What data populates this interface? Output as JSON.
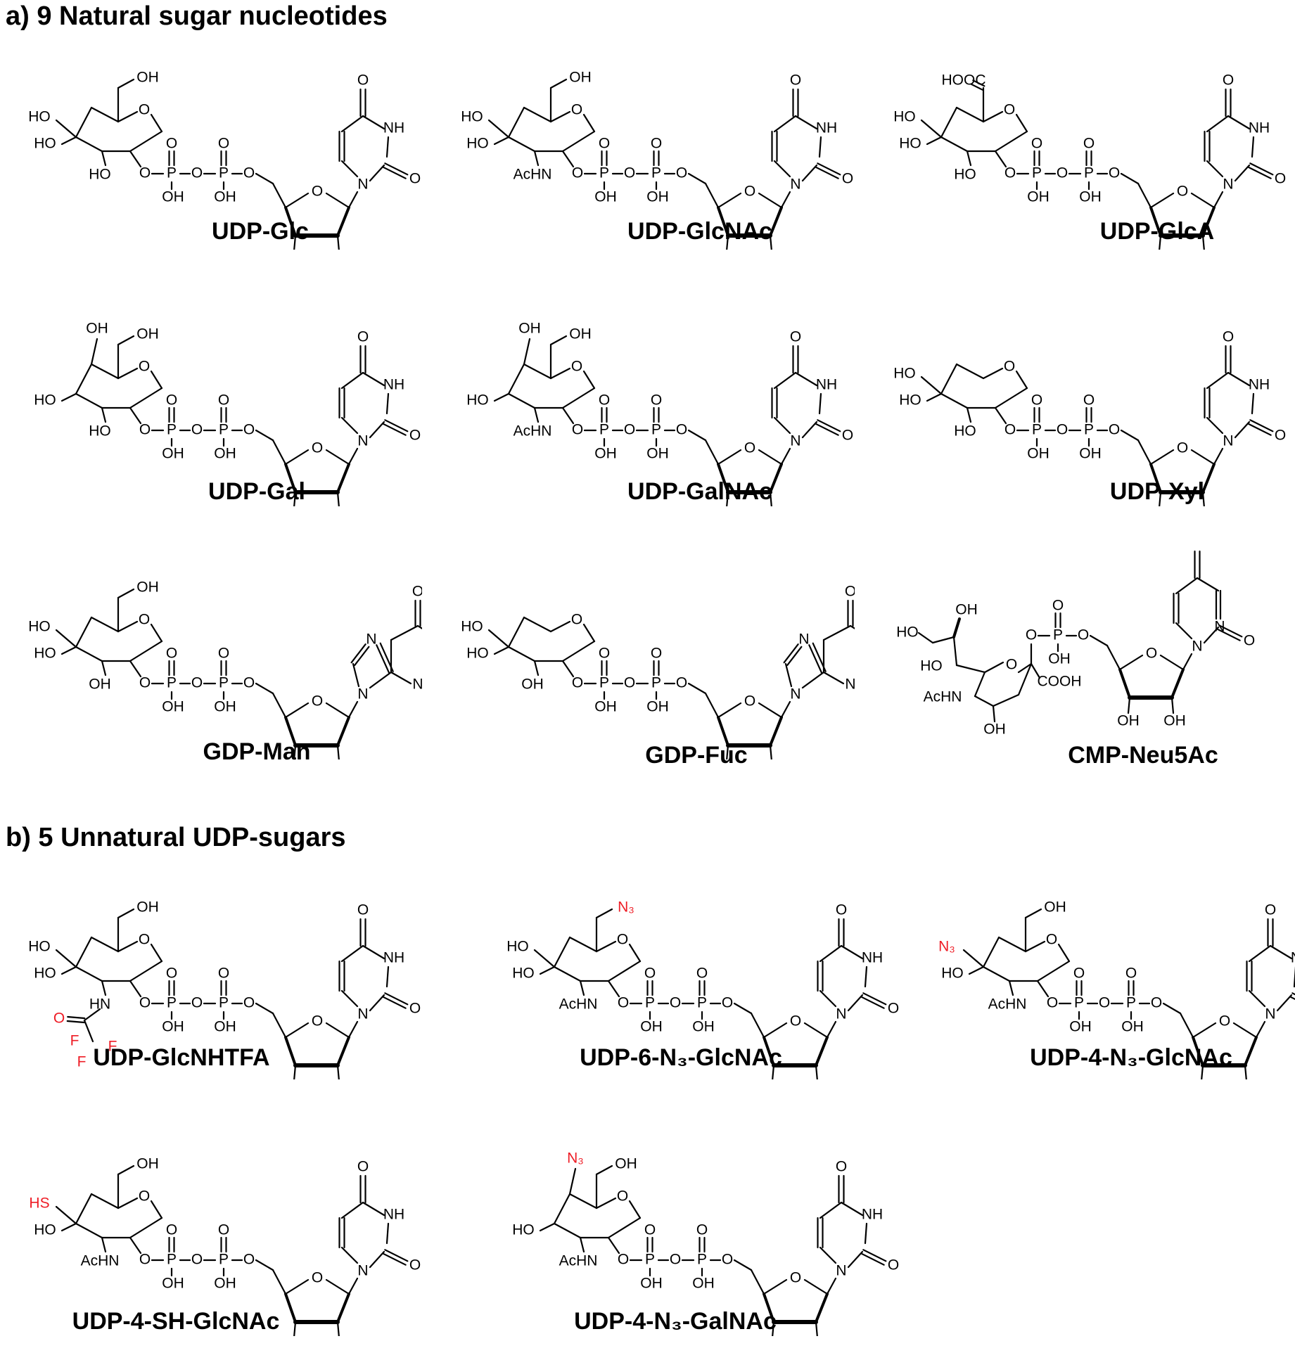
{
  "section_a": {
    "title": "a) 9 Natural sugar nucleotides"
  },
  "section_b": {
    "title": "b) 5 Unnatural UDP-sugars"
  },
  "colors": {
    "text": "#000000",
    "modification": "#ee1c25"
  },
  "compounds": [
    {
      "name": "UDP-Glc",
      "sugar": "glc",
      "base": "uracil",
      "phosphate": "P-P",
      "substituents": {
        "c6": "OH",
        "c4": "HO",
        "c3": "HO",
        "c2": "HO"
      }
    },
    {
      "name": "UDP-GlcNAc",
      "sugar": "glc",
      "base": "uracil",
      "phosphate": "P-P",
      "substituents": {
        "c6": "OH",
        "c4": "HO",
        "c3": "HO",
        "c2": "AcHN"
      }
    },
    {
      "name": "UDP-GlcA",
      "sugar": "glc",
      "base": "uracil",
      "phosphate": "P-P",
      "substituents": {
        "c6": "HOOC",
        "c4": "HO",
        "c3": "HO",
        "c2": "HO"
      }
    },
    {
      "name": "UDP-Gal",
      "sugar": "gal",
      "base": "uracil",
      "phosphate": "P-P",
      "substituents": {
        "c6": "OH",
        "c4": "OH",
        "c3": "HO",
        "c2": "HO"
      }
    },
    {
      "name": "UDP-GalNAc",
      "sugar": "gal",
      "base": "uracil",
      "phosphate": "P-P",
      "substituents": {
        "c6": "OH",
        "c4": "OH",
        "c3": "HO",
        "c2": "AcHN"
      }
    },
    {
      "name": "UDP-Xyl",
      "sugar": "xyl",
      "base": "uracil",
      "phosphate": "P-P",
      "substituents": {
        "c4": "HO",
        "c3": "HO",
        "c2": "HO"
      }
    },
    {
      "name": "GDP-Man",
      "sugar": "man",
      "base": "guanine",
      "phosphate": "P-P",
      "substituents": {
        "c6": "OH",
        "c4": "HO",
        "c3": "HO",
        "c2": "OH"
      }
    },
    {
      "name": "GDP-Fuc",
      "sugar": "fuc",
      "base": "guanine",
      "phosphate": "P-P",
      "substituents": {
        "c4": "HO",
        "c3": "HO",
        "c2": "OH"
      }
    },
    {
      "name": "CMP-Neu5Ac",
      "sugar": "neu5ac",
      "base": "cytosine",
      "phosphate": "P",
      "substituents": {
        "c9": "HO",
        "c8": "OH",
        "c7": "HO",
        "c5": "AcHN",
        "c4": "OH",
        "c1": "COOH"
      }
    },
    {
      "name": "UDP-GlcNHTFA",
      "sugar": "glc",
      "base": "uracil",
      "phosphate": "P-P",
      "substituents": {
        "c6": "OH",
        "c4": "HO",
        "c3": "HO",
        "c2": "HN"
      },
      "modification": {
        "group": "trifluoroacetyl",
        "labels": [
          "O",
          "F",
          "F",
          "F"
        ]
      }
    },
    {
      "name": "UDP-6-N₃-GlcNAc",
      "sugar": "glc",
      "base": "uracil",
      "phosphate": "P-P",
      "substituents": {
        "c6": "N₃",
        "c4": "HO",
        "c3": "HO",
        "c2": "AcHN"
      },
      "modification": {
        "position": "c6",
        "label": "N₃"
      }
    },
    {
      "name": "UDP-4-N₃-GlcNAc",
      "sugar": "glc",
      "base": "uracil",
      "phosphate": "P-P",
      "substituents": {
        "c6": "OH",
        "c4": "N₃",
        "c3": "HO",
        "c2": "AcHN"
      },
      "modification": {
        "position": "c4",
        "label": "N₃"
      }
    },
    {
      "name": "UDP-4-SH-GlcNAc",
      "sugar": "glc",
      "base": "uracil",
      "phosphate": "P-P",
      "substituents": {
        "c6": "OH",
        "c4": "HS",
        "c3": "HO",
        "c2": "AcHN"
      },
      "modification": {
        "position": "c4",
        "label": "HS"
      }
    },
    {
      "name": "UDP-4-N₃-GalNAc",
      "sugar": "gal",
      "base": "uracil",
      "phosphate": "P-P",
      "substituents": {
        "c6": "OH",
        "c4": "N₃",
        "c3": "HO",
        "c2": "AcHN"
      },
      "modification": {
        "position": "c4",
        "label": "N₃"
      }
    }
  ]
}
